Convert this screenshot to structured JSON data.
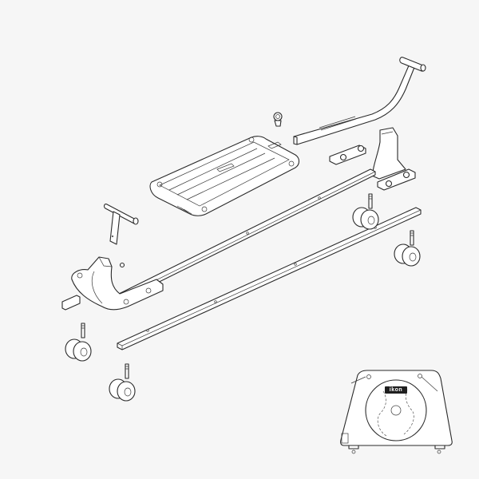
{
  "diagram": {
    "type": "exploded-assembly-view",
    "background_color": "#f6f6f6",
    "line_color": "#2a2a2a",
    "parts": [
      {
        "id": "t-handle-bar",
        "description": "Bent tow handle with T-grip"
      },
      {
        "id": "bolt-knob",
        "description": "Small locking knob / bolt"
      },
      {
        "id": "top-tray",
        "description": "Ribbed top support tray"
      },
      {
        "id": "right-foot-bracket",
        "description": "Right upright foot with bolt pads"
      },
      {
        "id": "long-rail-upper",
        "description": "Long square-tube rail (upper)"
      },
      {
        "id": "long-rail-lower",
        "description": "Long square-tube rail (lower)"
      },
      {
        "id": "left-foot-bracket",
        "description": "Left upright foot"
      },
      {
        "id": "t-pin",
        "description": "T-handle locking pin"
      },
      {
        "id": "screw",
        "description": "Small screw"
      },
      {
        "id": "caster-1",
        "description": "Twin-wheel caster"
      },
      {
        "id": "caster-2",
        "description": "Twin-wheel caster"
      },
      {
        "id": "caster-3",
        "description": "Twin-wheel caster"
      },
      {
        "id": "caster-4",
        "description": "Twin-wheel caster"
      }
    ],
    "inset": {
      "description": "Assembled product preview",
      "logo_text": "ikon"
    }
  }
}
